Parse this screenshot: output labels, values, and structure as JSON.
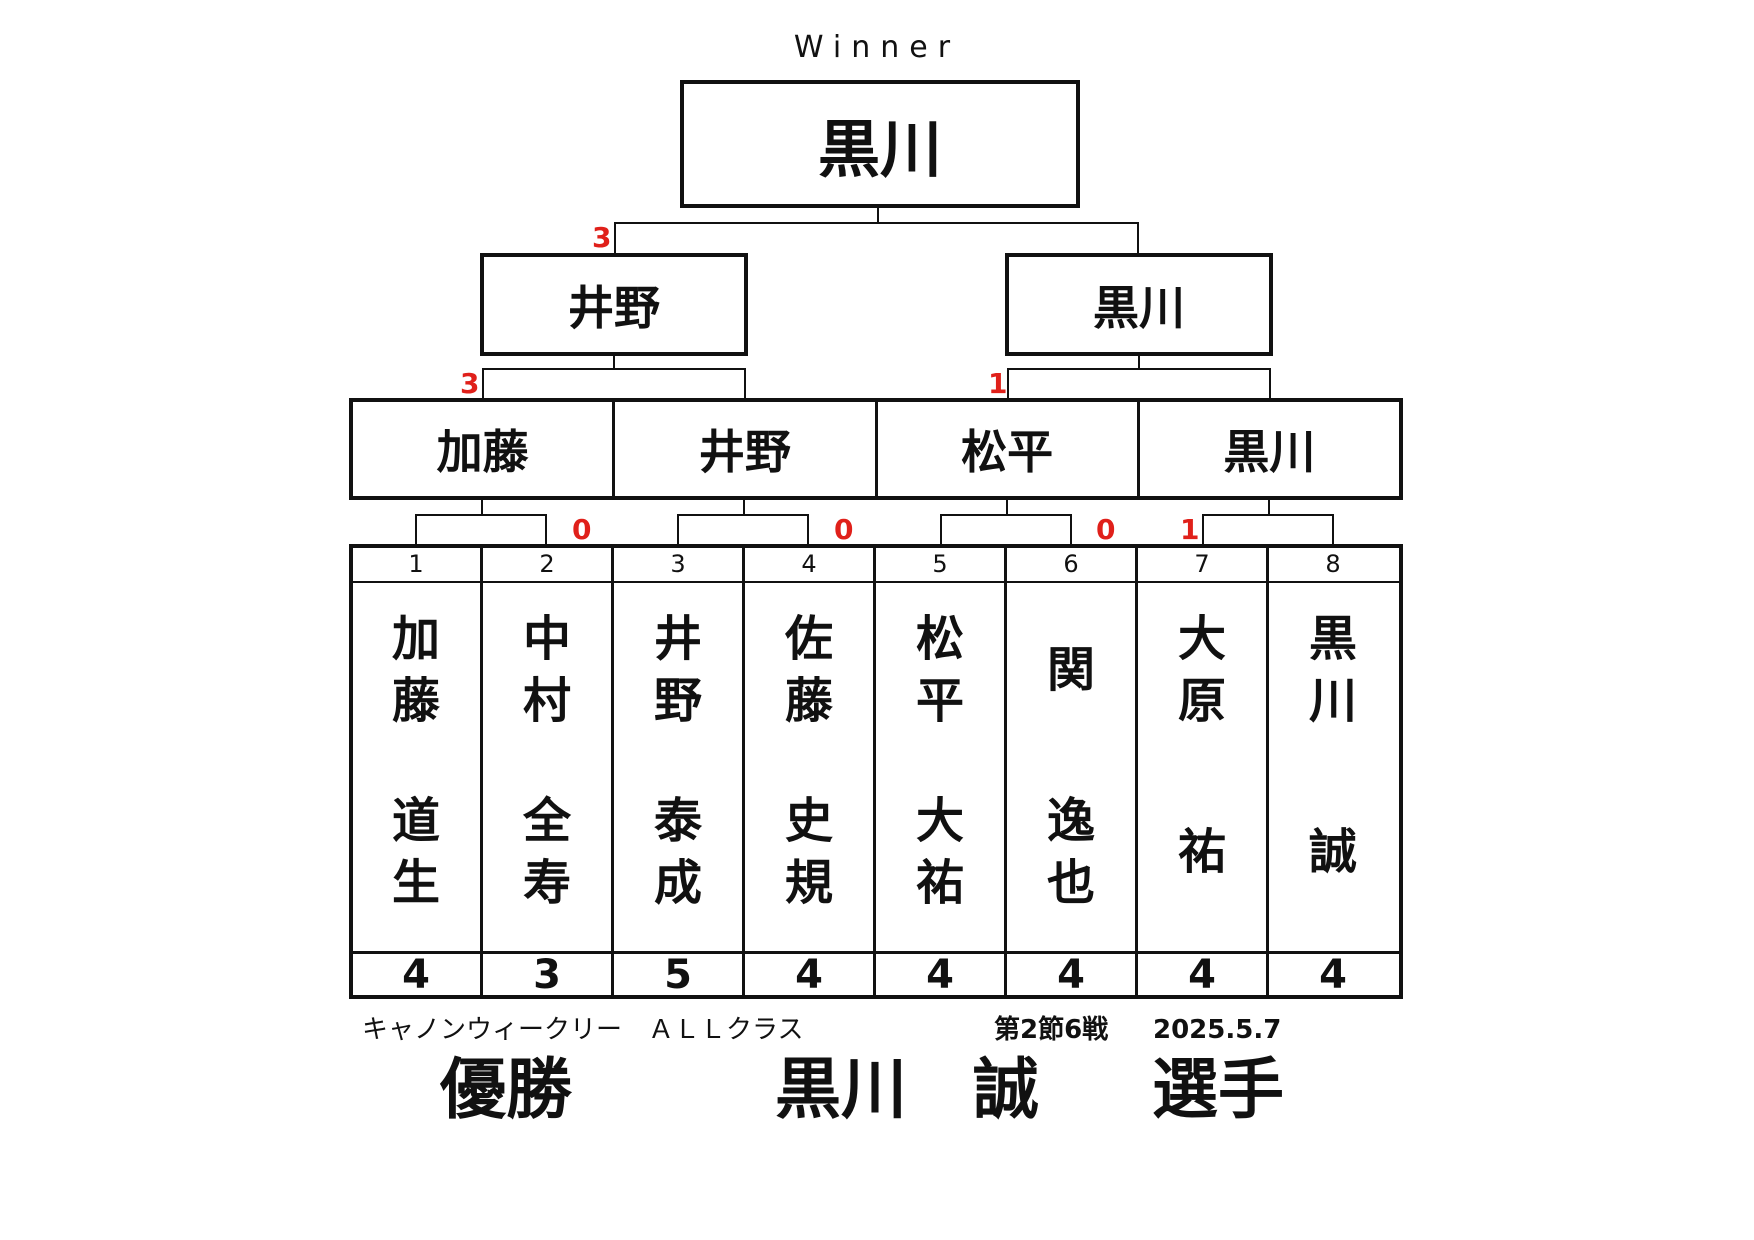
{
  "title": "Winner",
  "champion": "黒川",
  "semifinal": {
    "left": "井野",
    "right": "黒川"
  },
  "semifinal_score": "3",
  "quarterfinal": [
    "加藤",
    "井野",
    "松平",
    "黒川"
  ],
  "quarter_scores": {
    "left": "3",
    "right": "1"
  },
  "first_round_scores": [
    "0",
    "0",
    "0",
    "1"
  ],
  "players": [
    {
      "seed": "1",
      "surname": [
        "加",
        "藤"
      ],
      "given": [
        "道",
        "生"
      ],
      "count": "4"
    },
    {
      "seed": "2",
      "surname": [
        "中",
        "村"
      ],
      "given": [
        "全",
        "寿"
      ],
      "count": "3"
    },
    {
      "seed": "3",
      "surname": [
        "井",
        "野"
      ],
      "given": [
        "泰",
        "成"
      ],
      "count": "5"
    },
    {
      "seed": "4",
      "surname": [
        "佐",
        "藤"
      ],
      "given": [
        "史",
        "規"
      ],
      "count": "4"
    },
    {
      "seed": "5",
      "surname": [
        "松",
        "平"
      ],
      "given": [
        "大",
        "祐"
      ],
      "count": "4"
    },
    {
      "seed": "6",
      "surname": [
        "関"
      ],
      "given": [
        "逸",
        "也"
      ],
      "count": "4"
    },
    {
      "seed": "7",
      "surname": [
        "大",
        "原"
      ],
      "given": [
        "祐"
      ],
      "count": "4"
    },
    {
      "seed": "8",
      "surname": [
        "黒",
        "川"
      ],
      "given": [
        "誠"
      ],
      "count": "4"
    }
  ],
  "footer": {
    "league": "キャノンウィークリー　ＡＬＬクラス",
    "round": "第2節6戦",
    "date": "2025.5.7",
    "winner_label": "優勝",
    "winner_name": "黒川　誠",
    "winner_suffix": "選手"
  },
  "colors": {
    "score": "#e0201a",
    "line": "#111111"
  }
}
